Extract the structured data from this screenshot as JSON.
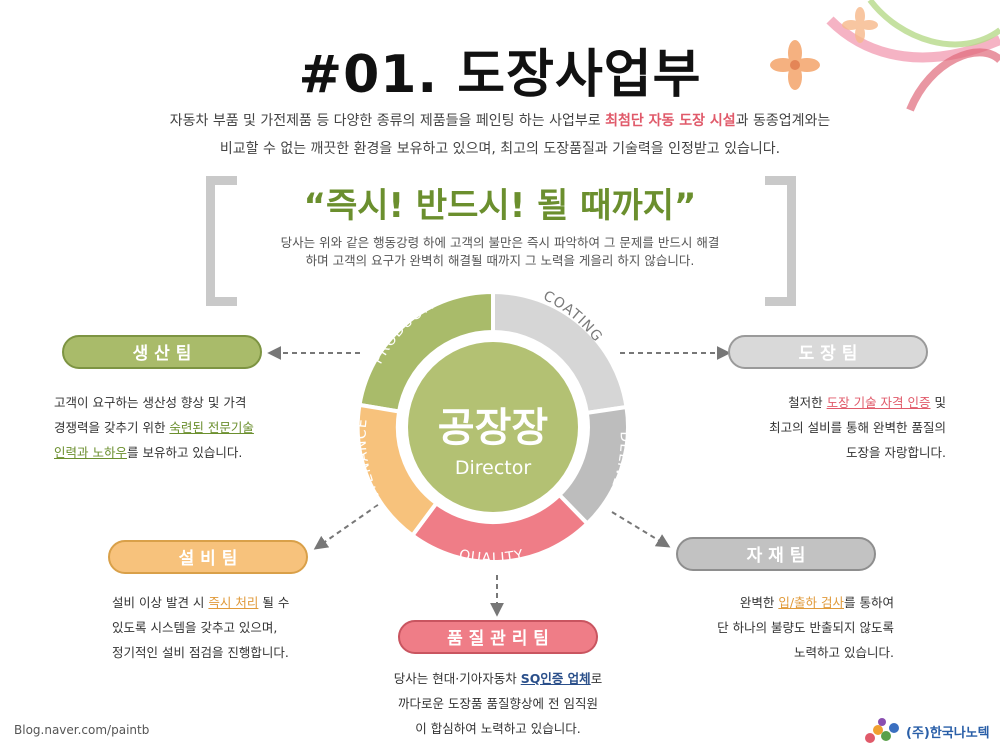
{
  "title": "#01. 도장사업부",
  "intro": {
    "line1_a": "자동차 부품 및 가전제품 등 다양한 종류의 제품들을 페인팅 하는 사업부로 ",
    "line1_highlight": "최첨단 자동 도장 시설",
    "line1_b": "과 동종업계와는",
    "line2": "비교할 수 없는 깨끗한 환경을 보유하고 있으며, 최고의 도장품질과 기술력을 인정받고 있습니다."
  },
  "slogan": {
    "title": "“즉시! 반드시! 될 때까지”",
    "line1": "당사는 위와 같은 행동강령 하에 고객의 불만은 즉시 파악하여 그 문제를 반드시 해결",
    "line2": "하며 고객의 요구가 완벽히 해결될 때까지 그 노력을 게을리 하지 않습니다."
  },
  "center": {
    "title": "공장장",
    "subtitle": "Director"
  },
  "ring": [
    "PRODUCTION",
    "COATING",
    "DELIVERY",
    "QUALITY",
    "MAINTENANCE"
  ],
  "teams": {
    "production": {
      "label": "생 산 팀",
      "l1": "고객이 요구하는 생산성 향상 및 가격",
      "l2a": "경쟁력을 갖추기 위한 ",
      "l2hl": "숙련된 전문기술",
      "l3hl": "인력과 노하우",
      "l3b": "를 보유하고 있습니다."
    },
    "coating": {
      "label": "도 장 팀",
      "l1a": "철저한 ",
      "l1hl": "도장 기술 자격 인증",
      "l1b": " 및",
      "l2": "최고의 설비를 통해 완벽한 품질의",
      "l3": "도장을 자랑합니다."
    },
    "maintenance": {
      "label": "설 비 팀",
      "l1a": "설비 이상 발견 시 ",
      "l1hl": "즉시 처리",
      "l1b": " 될 수",
      "l2": "있도록 시스템을 갖추고 있으며,",
      "l3": "정기적인 설비 점검을 진행합니다."
    },
    "delivery": {
      "label": "자 재 팀",
      "l1a": "완벽한 ",
      "l1hl": "입/출하 검사",
      "l1b": "를 통하여",
      "l2": "단 하나의 불량도 반출되지 않도록",
      "l3": "노력하고 있습니다."
    },
    "quality": {
      "label": "품 질 관 리 팀",
      "l1a": "당사는 현대·기아자동차 ",
      "l1hl": "SQ인증 업체",
      "l1b": "로",
      "l2": "까다로운 도장품 품질향상에 전 임직원",
      "l3": "이 합심하여 노력하고 있습니다."
    }
  },
  "footer": {
    "blog": "Blog.naver.com/paintb",
    "company": "(주)한국나노텍"
  },
  "colors": {
    "green": "#a9bb6a",
    "green_dark": "#6b8f2e",
    "gray": "#b8b8b8",
    "gray_light": "#d6d6d6",
    "orange": "#f7c27c",
    "pink": "#ef7d87",
    "center": "#b3c173"
  }
}
